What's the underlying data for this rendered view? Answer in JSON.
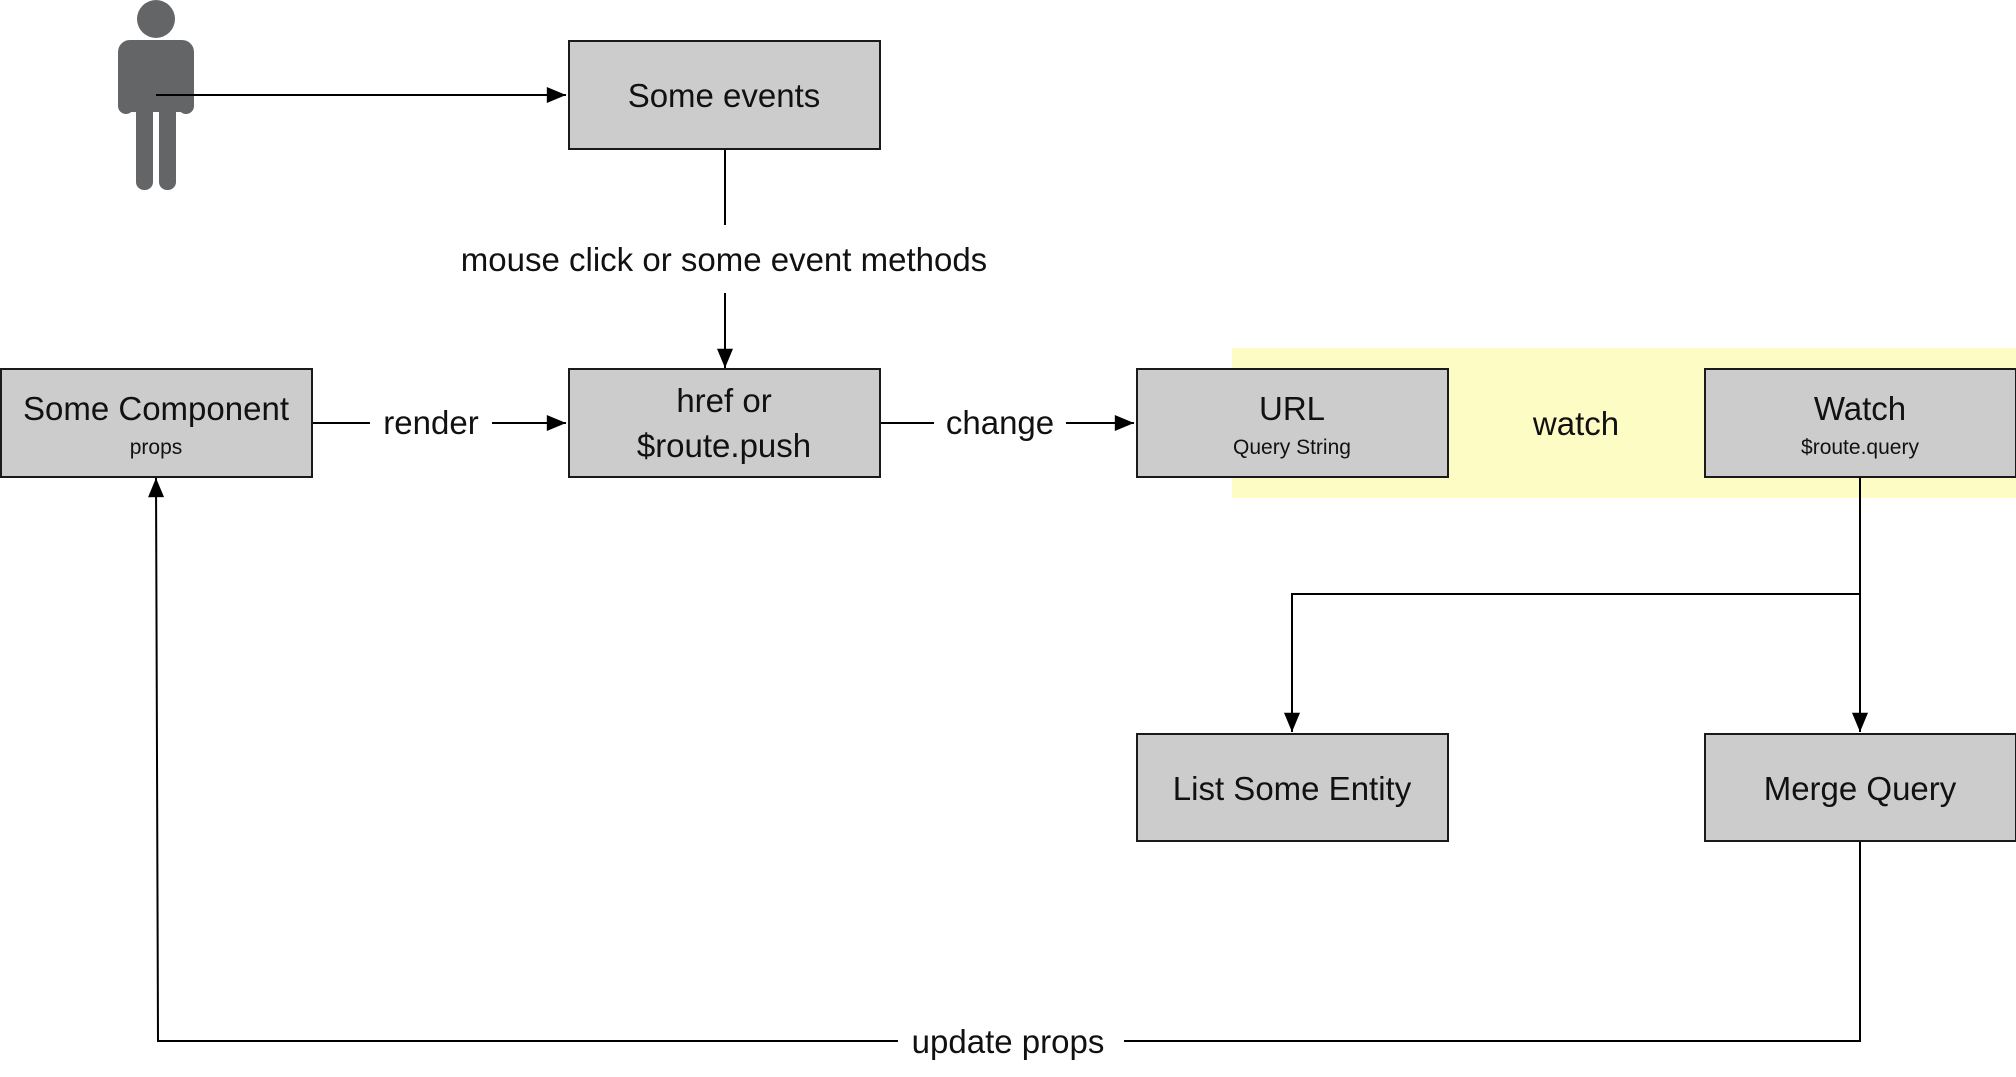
{
  "colors": {
    "node_fill": "#cccccc",
    "node_stroke": "#1a1a1a",
    "highlight": "#fdfcc4",
    "actor": "#636567",
    "edge": "#000000"
  },
  "actor": {
    "icon": "person-icon"
  },
  "nodes": {
    "some_events": {
      "label": "Some events"
    },
    "some_component": {
      "label": "Some Component",
      "sub": "props"
    },
    "href_route_push": {
      "line1": "href or",
      "line2": "$route.push"
    },
    "url": {
      "label": "URL",
      "sub": "Query String"
    },
    "watch": {
      "label": "Watch",
      "sub": "$route.query"
    },
    "list_some_entity": {
      "label": "List Some Entity"
    },
    "merge_query": {
      "label": "Merge Query"
    }
  },
  "edges": {
    "mouse_click": "mouse click or some event methods",
    "render": "render",
    "change": "change",
    "watch": "watch",
    "update_props": "update props"
  }
}
